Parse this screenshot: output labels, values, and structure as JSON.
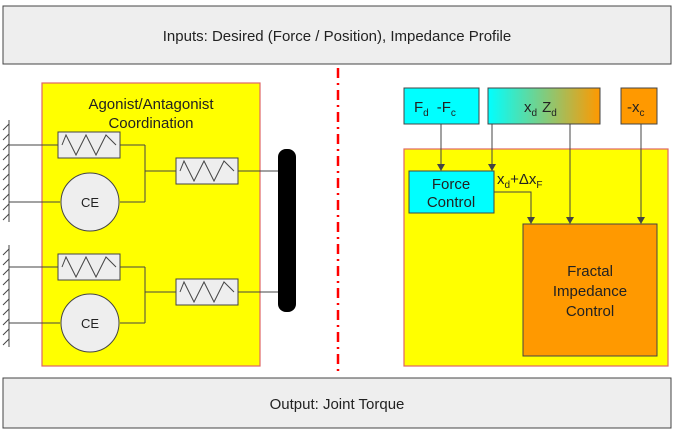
{
  "top_bar": {
    "label": "Inputs: Desired (Force / Position), Impedance Profile"
  },
  "bottom_bar": {
    "label": "Output: Joint Torque"
  },
  "left_panel": {
    "title_line1": "Agonist/Antagonist",
    "title_line2": "Coordination",
    "ce_top": "CE",
    "ce_bottom": "CE"
  },
  "right_panel": {
    "force_error": {
      "f": "F",
      "f_sub": "d",
      "minus": "-F",
      "minus_sub": "c"
    },
    "desired": {
      "x": "x",
      "x_sub": "d",
      "z": "Z",
      "z_sub": "d"
    },
    "current_pos": {
      "text": "-x",
      "sub": "c"
    },
    "force_control": {
      "line1": "Force",
      "line2": "Control"
    },
    "force_output": {
      "x": "x",
      "x_sub": "d",
      "plus": "+Δx",
      "sub": "F"
    },
    "fractal": {
      "line1": "Fractal",
      "line2": "Impedance",
      "line3": "Control"
    }
  },
  "colors": {
    "bar_fill": "#eeeeee",
    "yellow": "#ffff00",
    "panel_border": "#e06666",
    "cyan": "#00ffff",
    "orange": "#ff9900",
    "divider": "#ff0000"
  }
}
